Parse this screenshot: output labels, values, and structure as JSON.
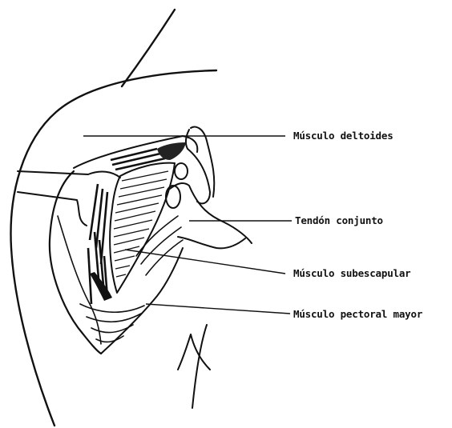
{
  "labels": {
    "deltoid": "Músculo deltoides",
    "conjoint_tendon": "Tendón conjunto",
    "subscapularis": "Músculo subescapular",
    "pectoralis_major": "Músculo pectoral mayor"
  },
  "colors": {
    "ink": "#111111",
    "background": "#ffffff"
  }
}
